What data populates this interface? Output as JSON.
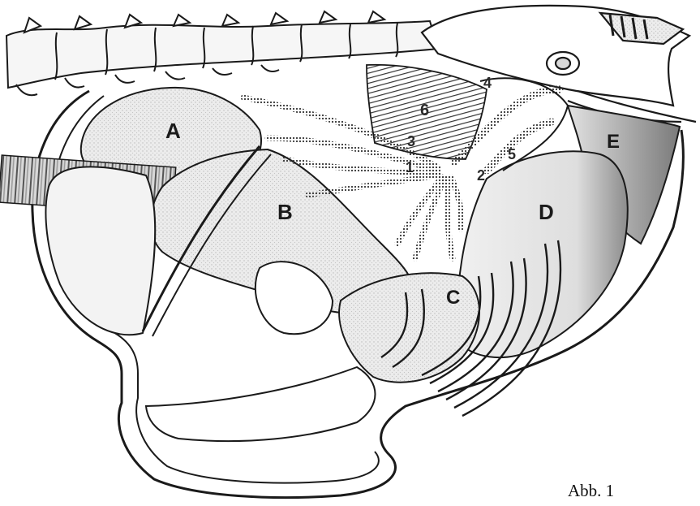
{
  "figure": {
    "caption": "Abb. 1",
    "regions": [
      {
        "id": "A",
        "label": "A"
      },
      {
        "id": "B",
        "label": "B"
      },
      {
        "id": "C",
        "label": "C"
      },
      {
        "id": "D",
        "label": "D"
      },
      {
        "id": "E",
        "label": "E"
      }
    ],
    "markers": [
      {
        "id": "1",
        "label": "1"
      },
      {
        "id": "2",
        "label": "2"
      },
      {
        "id": "3",
        "label": "3"
      },
      {
        "id": "4",
        "label": "4"
      },
      {
        "id": "5",
        "label": "5"
      },
      {
        "id": "6",
        "label": "6"
      }
    ]
  }
}
